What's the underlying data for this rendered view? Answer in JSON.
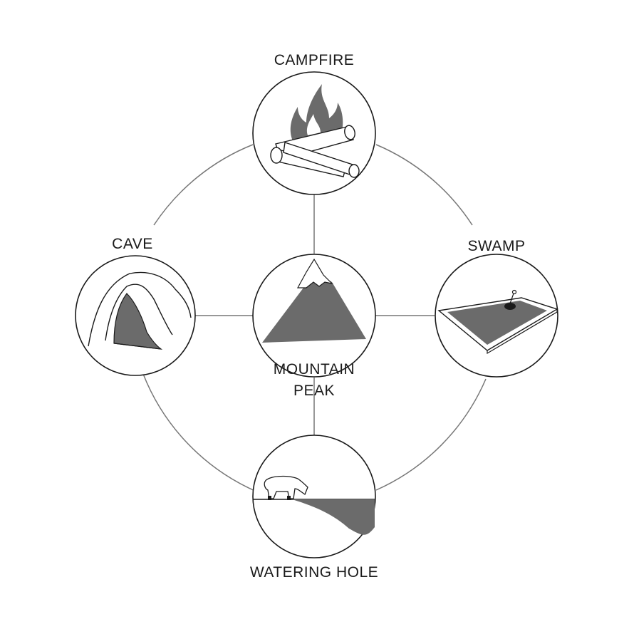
{
  "colors": {
    "fill": "#6b6b6b",
    "line": "#1a1a1a",
    "connector": "#777777",
    "background": "#ffffff"
  },
  "nodes": {
    "campfire": {
      "label": "CAMPFIRE",
      "icon": "campfire-icon"
    },
    "cave": {
      "label": "CAVE",
      "icon": "cave-icon"
    },
    "swamp": {
      "label": "SWAMP",
      "icon": "swamp-icon"
    },
    "mountain": {
      "label_line1": "MOUNTAIN",
      "label_line2": "PEAK",
      "icon": "mountain-peak-icon"
    },
    "watering_hole": {
      "label": "WATERING HOLE",
      "icon": "watering-hole-icon"
    }
  }
}
